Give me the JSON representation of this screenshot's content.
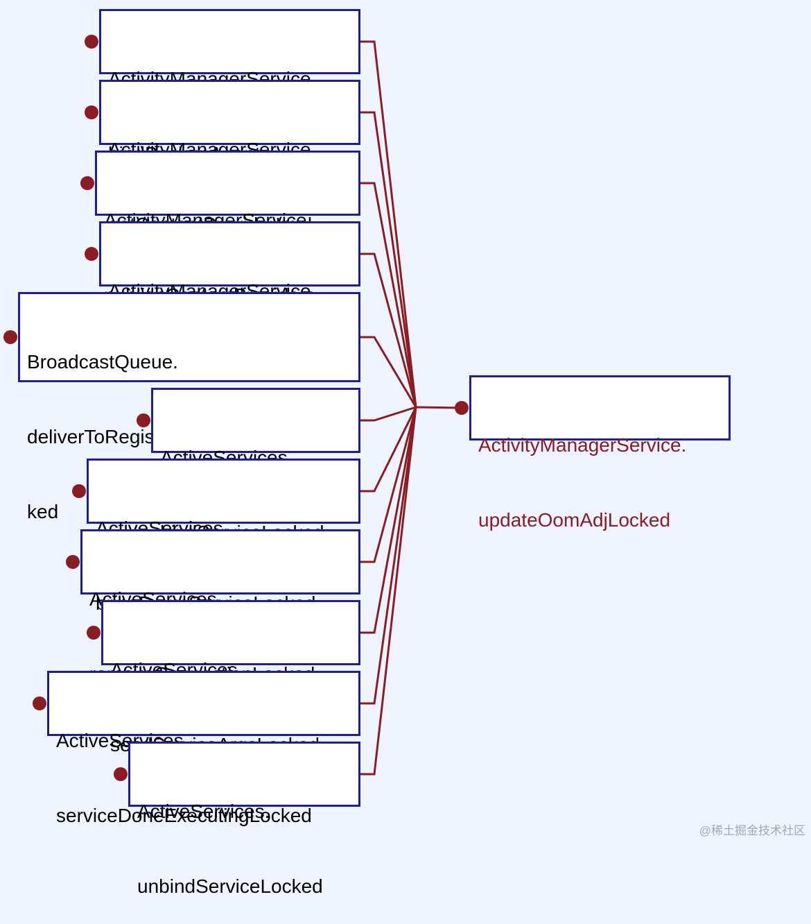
{
  "callers": [
    {
      "line1": "ActivityManagerService.",
      "line2": "bindBackupAgent"
    },
    {
      "line1": "ActivityManagerService.",
      "line2": "getContentProviderImpl"
    },
    {
      "line1": "ActivityManagerService.",
      "line2": "publishContentProviders"
    },
    {
      "line1": "ActivityManagerService.",
      "line2": "unbindBackupAgent"
    },
    {
      "line1": "BroadcastQueue.",
      "line2": "deliverToRegisteredReceiverLoc",
      "line3": "ked"
    },
    {
      "line1": "ActiveServices.",
      "line2": "bindServiceLocked"
    },
    {
      "line1": "ActiveServices.",
      "line2": "bringDownServiceLocked"
    },
    {
      "line1": "ActiveServices.",
      "line2": "removeConnectionLocked"
    },
    {
      "line1": "ActiveServices.",
      "line2": "sendServiceArgsLocked"
    },
    {
      "line1": "ActiveServices.",
      "line2": "serviceDoneExecutingLocked"
    },
    {
      "line1": "ActiveServices.",
      "line2": "unbindServiceLocked"
    }
  ],
  "target": {
    "line1": "ActivityManagerService.",
    "line2": "updateOomAdjLocked"
  },
  "colors": {
    "edge": "#8a1c23",
    "border": "#1f1f8f",
    "target_text": "#8a1c23",
    "background": "#eef3fd"
  },
  "watermark": "@稀土掘金技术社区"
}
